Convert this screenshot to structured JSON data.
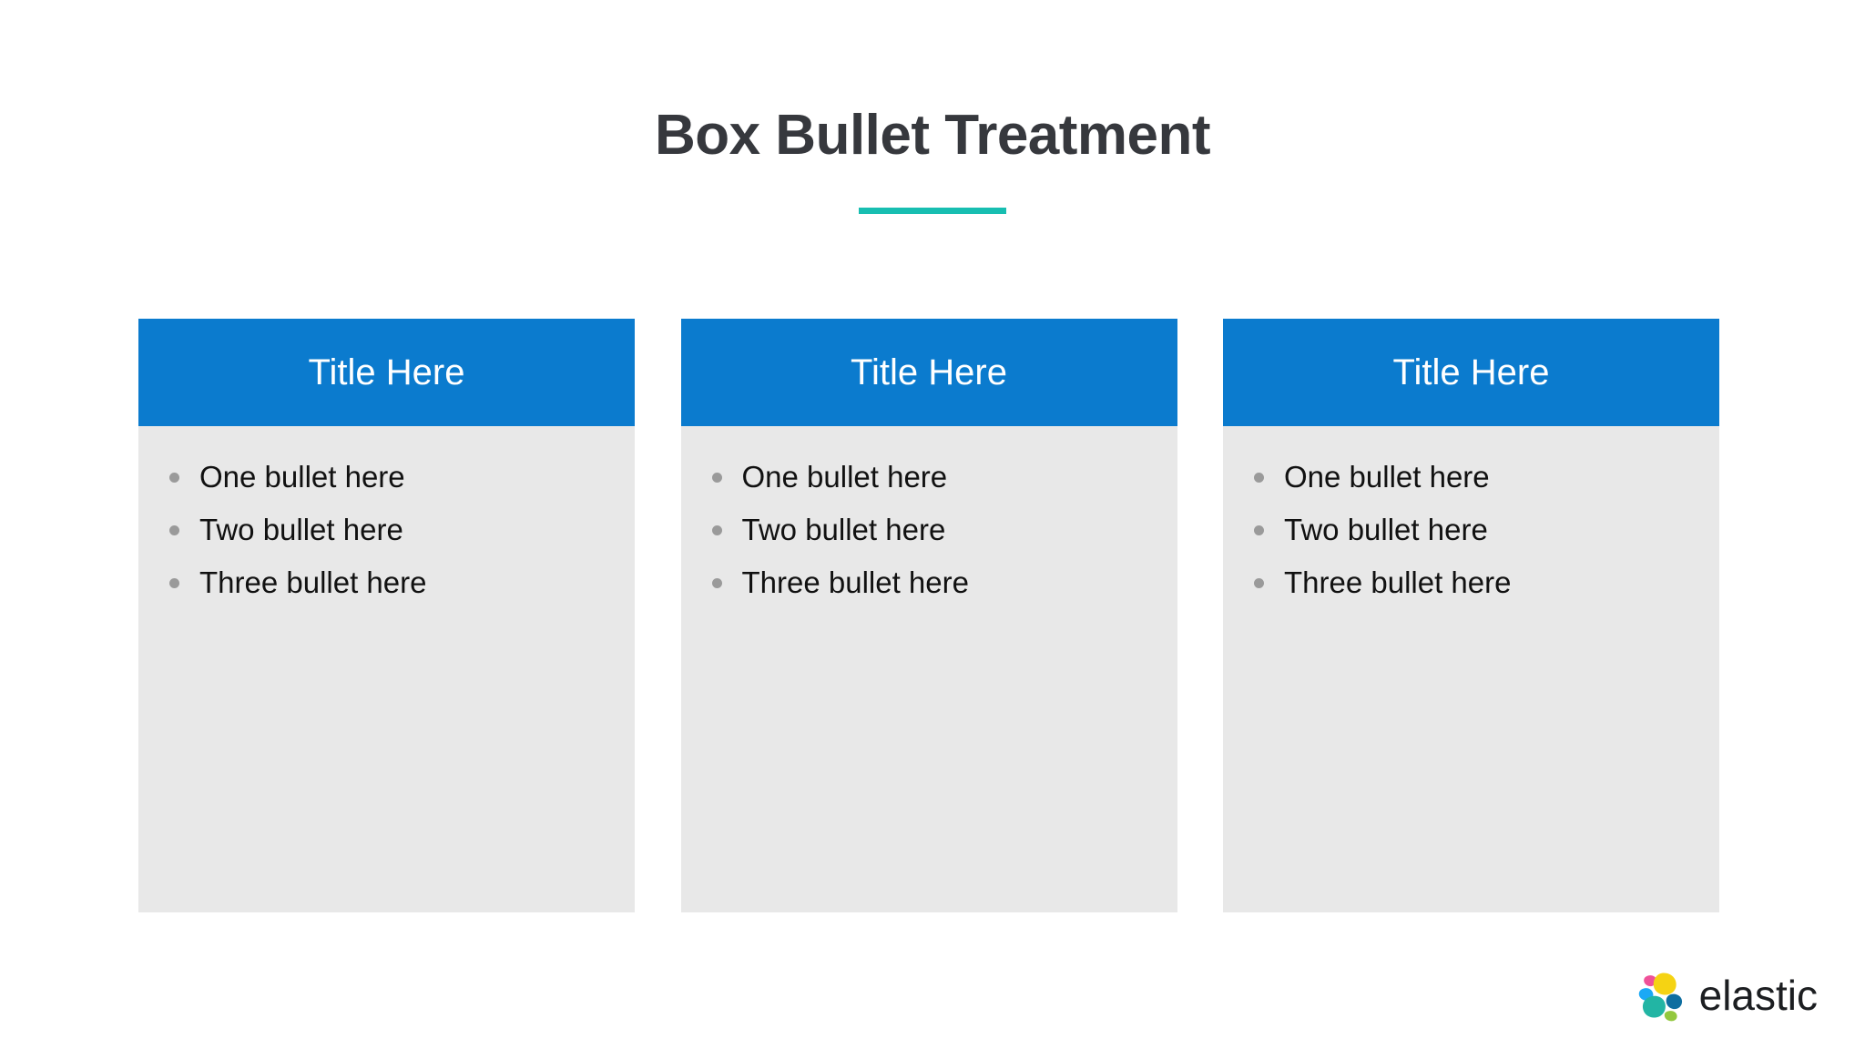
{
  "slide": {
    "title": "Box Bullet Treatment",
    "accent_rule_color": "#17beb1",
    "title_color": "#36383d",
    "background_color": "#ffffff"
  },
  "columns": [
    {
      "header": "Title Here",
      "header_bg": "#0b7bce",
      "body_bg": "#e8e8e8",
      "bullets": [
        "One bullet here",
        "Two bullet here",
        "Three bullet here"
      ]
    },
    {
      "header": "Title Here",
      "header_bg": "#0b7bce",
      "body_bg": "#e8e8e8",
      "bullets": [
        "One bullet here",
        "Two bullet here",
        "Three bullet here"
      ]
    },
    {
      "header": "Title Here",
      "header_bg": "#0b7bce",
      "body_bg": "#e8e8e8",
      "bullets": [
        "One bullet here",
        "Two bullet here",
        "Three bullet here"
      ]
    }
  ],
  "brand": {
    "wordmark": "elastic",
    "mark_name": "elastic-logo-icon",
    "mark_colors": {
      "yellow": "#f5d313",
      "pink": "#ef5199",
      "blue": "#1ba9f5",
      "teal": "#22b5a4",
      "dark_blue": "#0e6ea0",
      "green": "#93c83e"
    }
  }
}
